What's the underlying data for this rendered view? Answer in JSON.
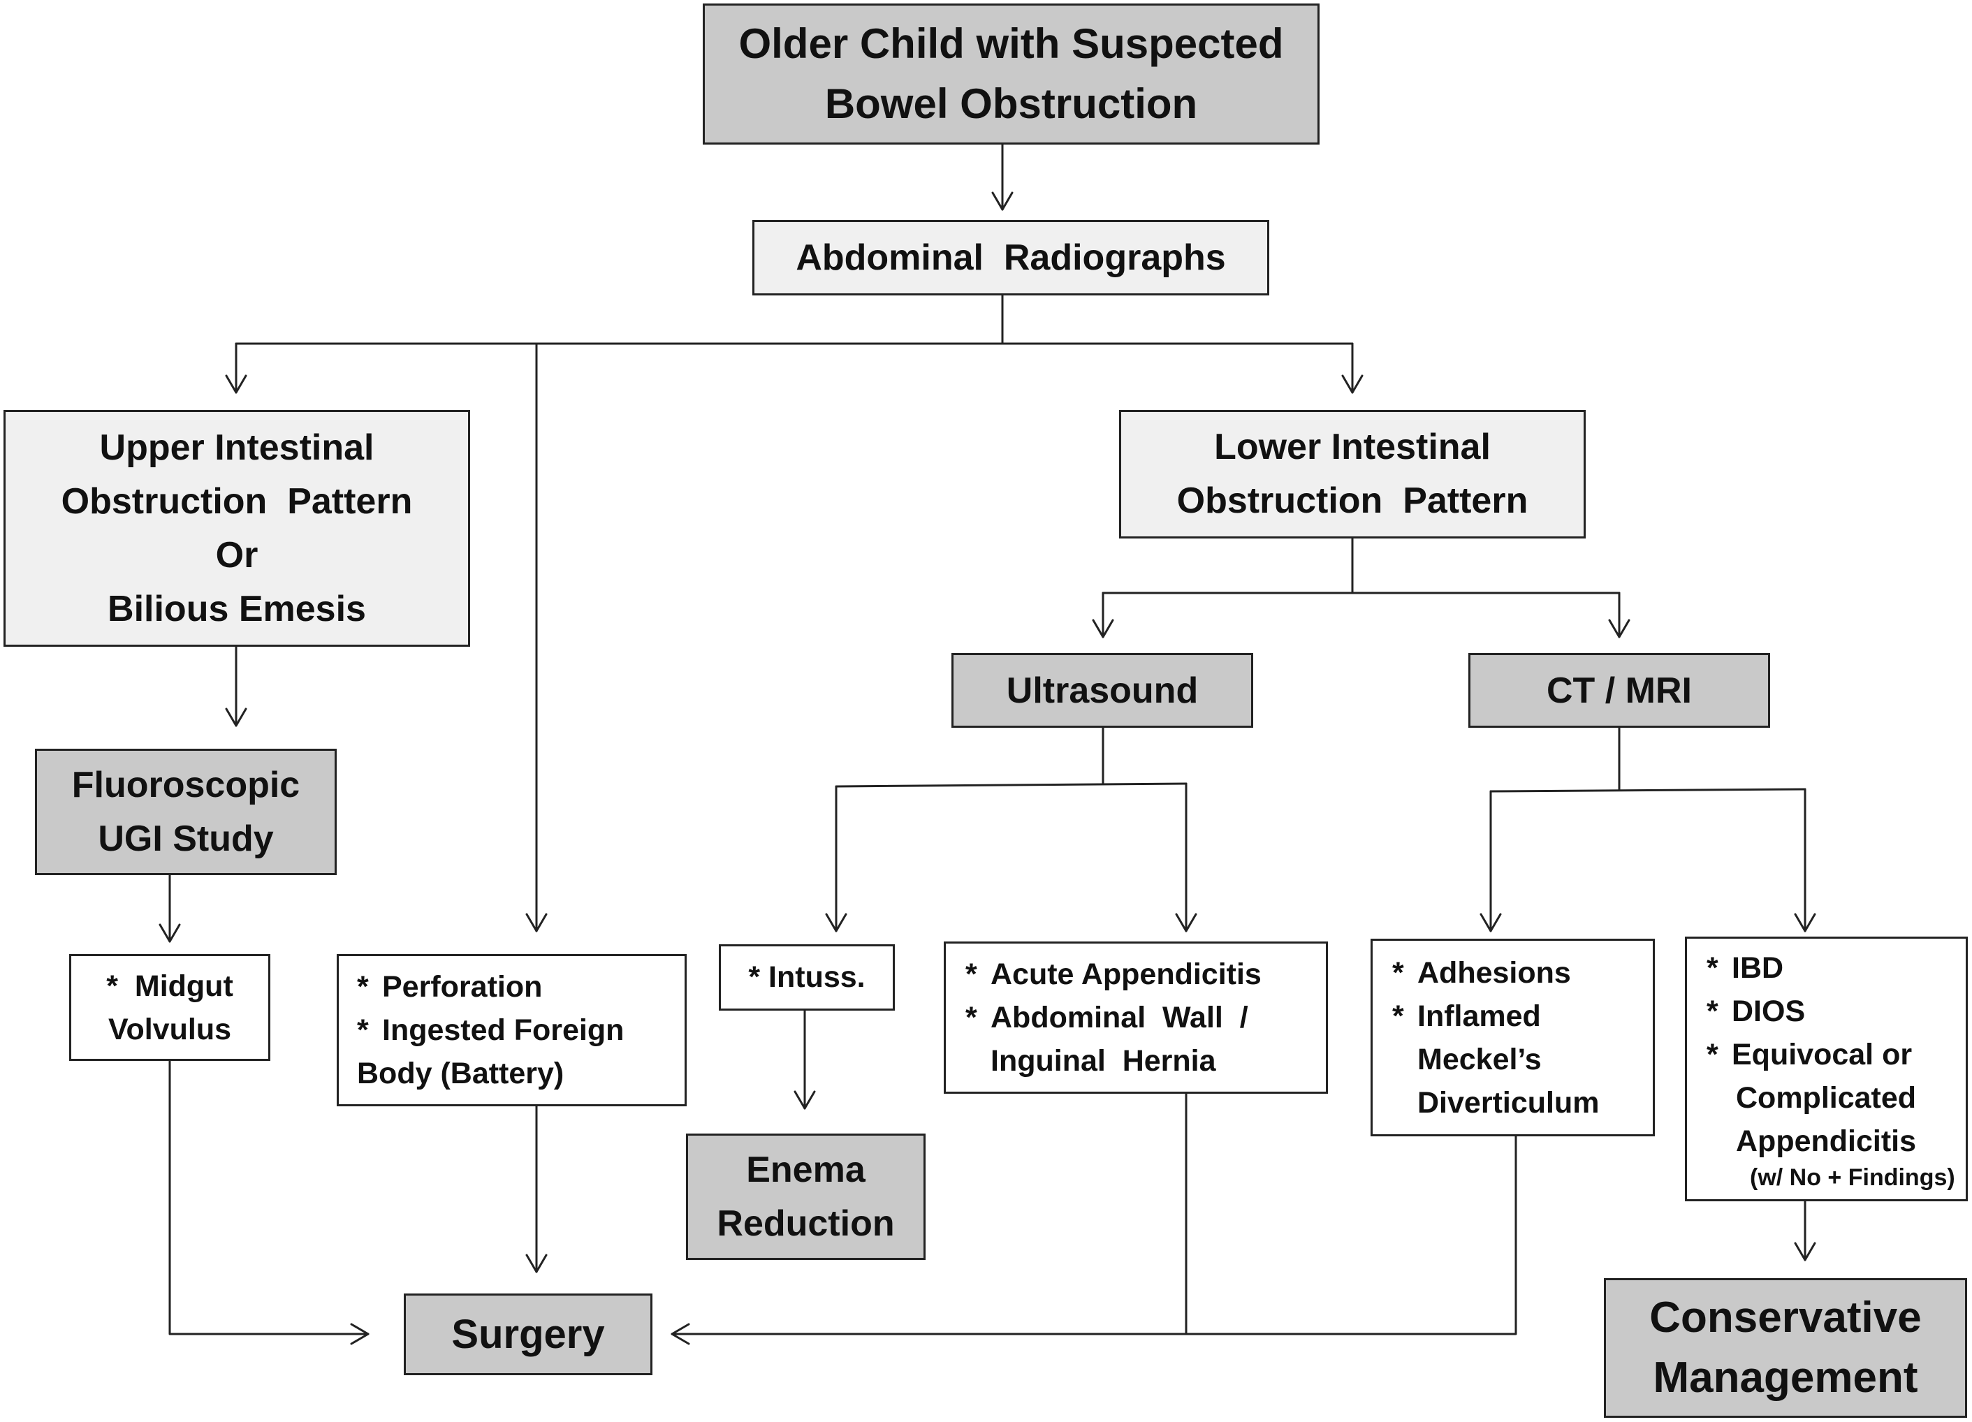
{
  "nodes": {
    "start": {
      "lines": [
        "Older Child with Suspected",
        "Bowel Obstruction"
      ]
    },
    "radiographs": {
      "lines": [
        "Abdominal  Radiographs"
      ]
    },
    "upper_pattern": {
      "lines": [
        "Upper Intestinal",
        "Obstruction  Pattern",
        "Or",
        "Bilious Emesis"
      ]
    },
    "lower_pattern": {
      "lines": [
        "Lower Intestinal",
        "Obstruction  Pattern"
      ]
    },
    "fluoroscopic": {
      "lines": [
        "Fluoroscopic",
        "UGI Study"
      ]
    },
    "ultrasound": {
      "lines": [
        "Ultrasound"
      ]
    },
    "ct_mri": {
      "lines": [
        "CT / MRI"
      ]
    },
    "midgut": {
      "star": "*",
      "lines": [
        "Midgut",
        "Volvulus"
      ]
    },
    "perforation": {
      "items": [
        {
          "star": "*",
          "text": "Perforation"
        },
        {
          "star": "*",
          "text": "Ingested Foreign"
        },
        {
          "star": "",
          "text": "Body (Battery)"
        }
      ]
    },
    "intuss": {
      "star": "*",
      "text": "Intuss."
    },
    "appendicitis": {
      "items": [
        {
          "star": "*",
          "text": "Acute Appendicitis"
        },
        {
          "star": "*",
          "text": "Abdominal  Wall  /"
        },
        {
          "star": "",
          "text": "Inguinal  Hernia"
        }
      ]
    },
    "adhesions": {
      "items": [
        {
          "star": "*",
          "text": "Adhesions"
        },
        {
          "star": "*",
          "text": "Inflamed"
        },
        {
          "star": "",
          "text": "Meckel’s"
        },
        {
          "star": "",
          "text": "Diverticulum"
        }
      ]
    },
    "ibd": {
      "items": [
        {
          "star": "*",
          "text": "IBD"
        },
        {
          "star": "*",
          "text": "DIOS"
        },
        {
          "star": "*",
          "text": "Equivocal or"
        },
        {
          "star": "",
          "text": "Complicated"
        },
        {
          "star": "",
          "text": "Appendicitis"
        }
      ],
      "note": "(w/ No + Findings)"
    },
    "enema": {
      "lines": [
        "Enema",
        "Reduction"
      ]
    },
    "surgery": {
      "lines": [
        "Surgery"
      ]
    },
    "conservative": {
      "lines": [
        "Conservative",
        "Management"
      ]
    }
  }
}
